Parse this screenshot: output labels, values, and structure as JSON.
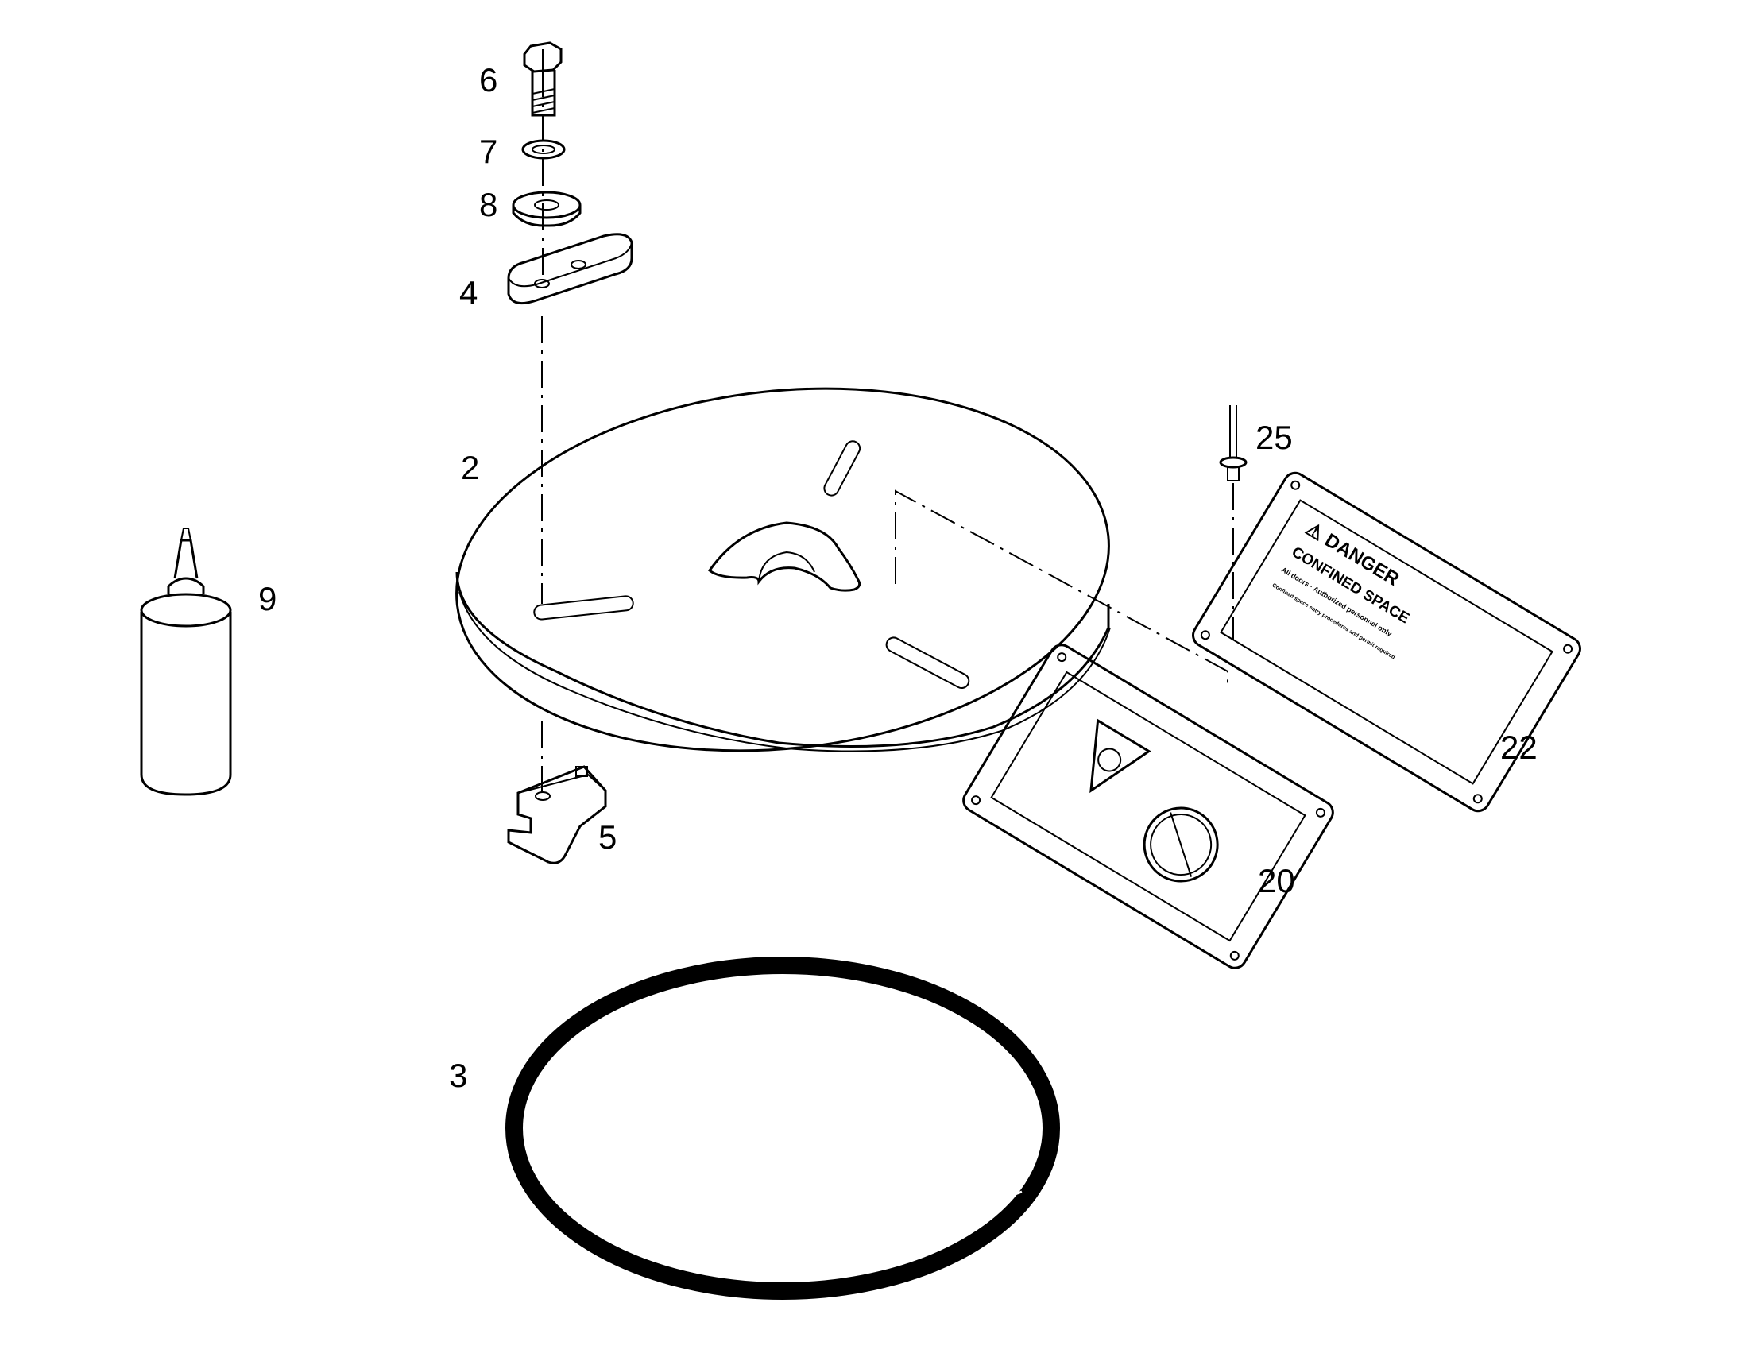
{
  "parts": [
    {
      "id": "ring",
      "callout": "3"
    },
    {
      "id": "plate",
      "callout": "2"
    },
    {
      "id": "tab",
      "callout": "4"
    },
    {
      "id": "clamp",
      "callout": "5"
    },
    {
      "id": "bolt",
      "callout": "6"
    },
    {
      "id": "lock-washer",
      "callout": "7"
    },
    {
      "id": "flat-washer",
      "callout": "8"
    },
    {
      "id": "bottle",
      "callout": "9"
    },
    {
      "id": "warning-decal",
      "callout": "20"
    },
    {
      "id": "danger-decal",
      "callout": "22"
    },
    {
      "id": "rivet",
      "callout": "25"
    }
  ],
  "danger_decal": {
    "heading": "⚠ DANGER",
    "subheading": "CONFINED SPACE",
    "line1": "All doors · Authorized personnel only",
    "line2": "Confined space entry procedures and permit required"
  }
}
